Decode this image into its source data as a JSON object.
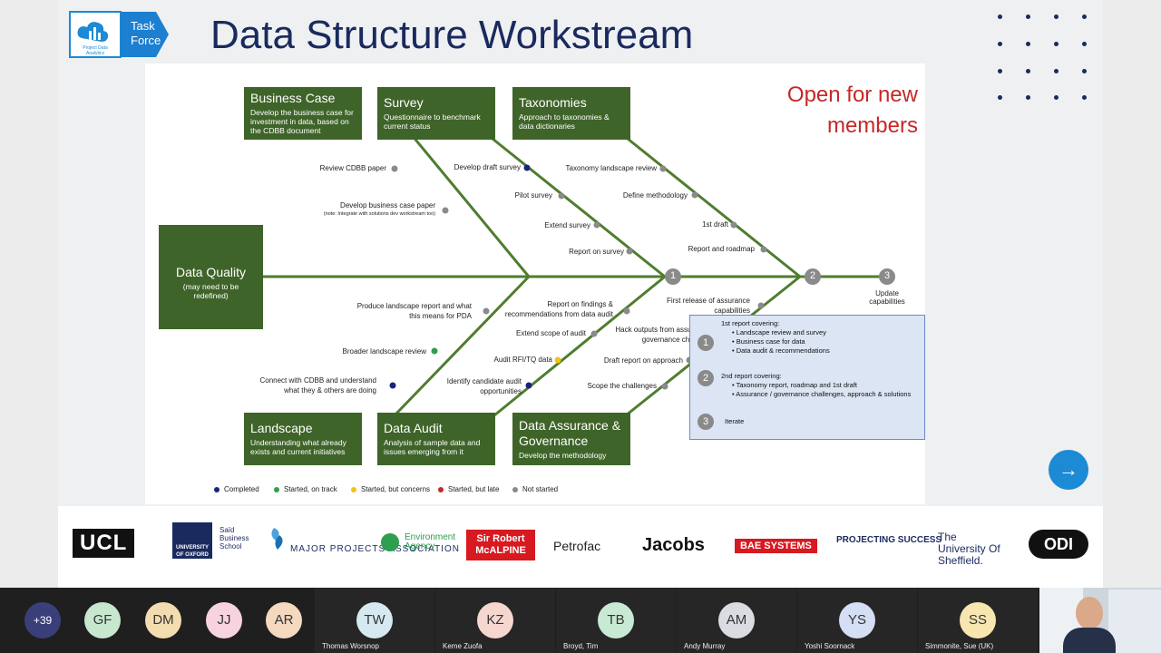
{
  "slide": {
    "logo": {
      "line1": "Task",
      "line2": "Force",
      "small": "Project Data Analytics"
    },
    "title": "Data Structure Workstream",
    "open_text": {
      "line1": "Open for new",
      "line2": "members"
    }
  },
  "diagram": {
    "head": {
      "title": "Data Quality",
      "sub": "(may need to be redefined)"
    },
    "top_boxes": [
      {
        "title": "Business Case",
        "sub": "Develop the business case for investment in data, based on the CDBB document"
      },
      {
        "title": "Survey",
        "sub": "Questionnaire to benchmark current status"
      },
      {
        "title": "Taxonomies",
        "sub": "Approach to taxonomies & data dictionaries"
      }
    ],
    "bottom_boxes": [
      {
        "title": "Landscape",
        "sub": "Understanding what already exists and current initiatives"
      },
      {
        "title": "Data Audit",
        "sub": "Analysis of sample data and issues emerging from it"
      },
      {
        "title": "Data Assurance & Governance",
        "sub": "Develop the methodology"
      }
    ],
    "labels": {
      "bc1": "Review CDBB paper",
      "bc2": "Develop business case paper",
      "bc2_note": "(note: Integrate with solutions dev workstream too)",
      "sv1": "Develop draft survey",
      "sv2": "Pilot survey",
      "sv3": "Extend survey",
      "sv4": "Report on survey",
      "tx1": "Taxonomy landscape review",
      "tx2": "Define methodology",
      "tx3": "1st draft",
      "tx4": "Report and roadmap",
      "ls1a": "Produce landscape report and what",
      "ls1b": "this means for PDA",
      "ls2": "Broader landscape review",
      "ls3a": "Connect with CDBB and understand",
      "ls3b": "what they & others are doing",
      "da1a": "Report on findings &",
      "da1b": "recommendations from data audit",
      "da2": "Extend scope of audit",
      "da3": "Audit RFI/TQ data",
      "da4a": "Identify candidate audit",
      "da4b": "opportunities",
      "ag1a": "First release of assurance",
      "ag1b": "capabilities",
      "ag2a": "Hack outputs from assurance &",
      "ag2b": "governance challenges",
      "ag3": "Draft report on approach",
      "ag4": "Scope the challenges",
      "m1": "1",
      "m2": "2",
      "m3": "3",
      "update_a": "Update",
      "update_b": "capabilities"
    },
    "legend": [
      {
        "label": "Completed",
        "color": "#1a237e"
      },
      {
        "label": "Started, on track",
        "color": "#2e9e4f"
      },
      {
        "label": "Started, but concerns",
        "color": "#f2c218"
      },
      {
        "label": "Started, but late",
        "color": "#c62828"
      },
      {
        "label": "Not started",
        "color": "#8a8a8a"
      }
    ],
    "notes": [
      {
        "num": "1",
        "head": "1st report covering:",
        "items": [
          "Landscape review and survey",
          "Business case for data",
          "Data audit & recommendations"
        ]
      },
      {
        "num": "2",
        "head": "2nd report covering:",
        "items": [
          "Taxonomy report, roadmap and 1st draft",
          "Assurance / governance challenges, approach & solutions"
        ]
      },
      {
        "num": "3",
        "head": "Iterate",
        "items": []
      }
    ]
  },
  "next_icon": "arrow-right-icon",
  "sponsors": [
    "UCL",
    "UNIVERSITY OF OXFORD",
    "Saïd Business School",
    "MAJOR PROJECTS ASSOCIATION",
    "Environment Agency",
    "Sir Robert McALPINE",
    "Petrofac",
    "Jacobs",
    "BAE SYSTEMS",
    "PROJECTING SUCCESS",
    "The University Of Sheffield.",
    "ODI"
  ],
  "participants": {
    "more": "+39",
    "avatars": [
      {
        "initials": "GF",
        "color": "#c7e8cf"
      },
      {
        "initials": "DM",
        "color": "#f3ddb0"
      },
      {
        "initials": "JJ",
        "color": "#f6d3de"
      },
      {
        "initials": "AR",
        "color": "#f5d9bf"
      }
    ],
    "tiles": [
      {
        "initials": "TW",
        "name": "Thomas Worsnop",
        "color": "#d6e8f0"
      },
      {
        "initials": "KZ",
        "name": "Keme Zuofa",
        "color": "#f6d7cf"
      },
      {
        "initials": "TB",
        "name": "Broyd, Tim",
        "color": "#c8ead4"
      },
      {
        "initials": "AM",
        "name": "Andy Murray",
        "color": "#d9dde2"
      },
      {
        "initials": "YS",
        "name": "Yoshi Soornack",
        "color": "#d4def5"
      },
      {
        "initials": "SS",
        "name": "Simmonite, Sue (UK)",
        "color": "#f7e6b0"
      }
    ]
  }
}
